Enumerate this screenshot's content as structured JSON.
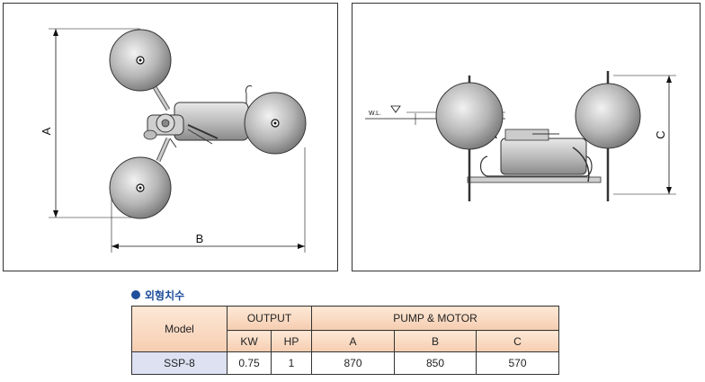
{
  "drawing_left": {
    "dim_a": "A",
    "dim_b": "B"
  },
  "drawing_right": {
    "water_level": "W.L.",
    "dim_c": "C"
  },
  "section": {
    "title": "외형치수"
  },
  "table": {
    "model_header": "Model",
    "output_header": "OUTPUT",
    "pump_header": "PUMP & MOTOR",
    "kw": "KW",
    "hp": "HP",
    "col_a": "A",
    "col_b": "B",
    "col_c": "C",
    "row": {
      "model": "SSP-8",
      "kw": "0.75",
      "hp": "1",
      "a": "870",
      "b": "850",
      "c": "570"
    }
  },
  "colors": {
    "accent": "#1f4e9b",
    "header_bg": "#f6cdb0",
    "model_bg": "#dde1f2"
  }
}
